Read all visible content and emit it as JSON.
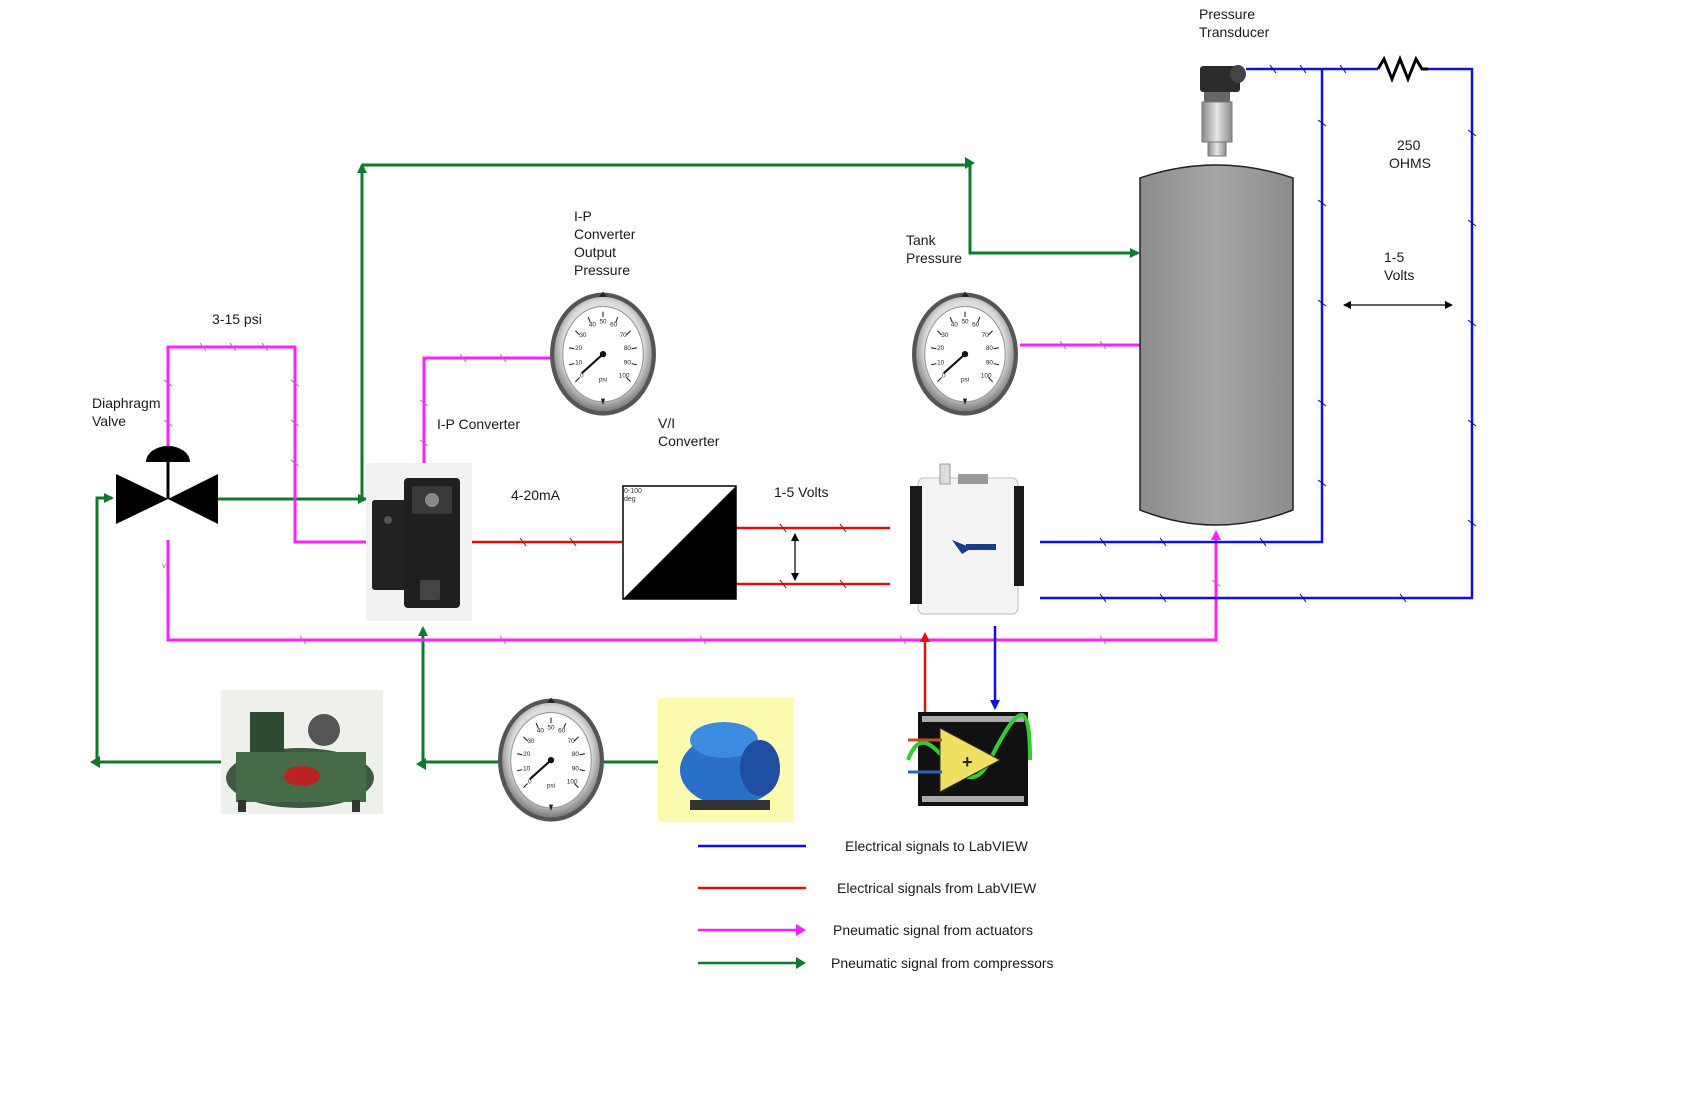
{
  "colors": {
    "electrical_to_labview": "#1010e0",
    "electrical_from_labview": "#e01010",
    "pneumatic_from_actuators": "#ff20ff",
    "pneumatic_from_compressors": "#0f7a2e",
    "tank": "#9b9b9b",
    "valve": "#000000"
  },
  "labels": {
    "pressure_transducer_1": "Pressure",
    "pressure_transducer_2": "Transducer",
    "resistor_1": "250",
    "resistor_2": "OHMS",
    "volts_right_1": "1-5",
    "volts_right_2": "Volts",
    "tank_pressure_1": "Tank",
    "tank_pressure_2": "Pressure",
    "ip_output_1": "I-P",
    "ip_output_2": "Converter",
    "ip_output_3": "Output",
    "ip_output_4": "Pressure",
    "psi_range": "3-15 psi",
    "diaphragm_1": "Diaphragm",
    "diaphragm_2": "Valve",
    "ip_converter": "I-P Converter",
    "vi_converter_1": "V/I",
    "vi_converter_2": "Converter",
    "current_range": "4-20mA",
    "volts_mid": "1-5 Volts",
    "vi_box_1": "0-100",
    "vi_box_2": "deg",
    "valve_tag": "V1"
  },
  "legend": [
    {
      "text": "Electrical signals to LabVIEW",
      "color_key": "electrical_to_labview",
      "arrow": false
    },
    {
      "text": "Electrical signals from LabVIEW",
      "color_key": "electrical_from_labview",
      "arrow": false
    },
    {
      "text": "Pneumatic signal from actuators",
      "color_key": "pneumatic_from_actuators",
      "arrow": true
    },
    {
      "text": "Pneumatic signal from compressors",
      "color_key": "pneumatic_from_compressors",
      "arrow": true
    }
  ],
  "icons": {
    "gauge": "pressure-gauge-icon",
    "transducer": "pressure-transducer-icon",
    "daq": "daq-device-icon",
    "labview": "labview-icon",
    "compressor_large": "air-compressor-icon",
    "compressor_small": "small-compressor-icon",
    "ip": "ip-converter-icon",
    "valve": "diaphragm-valve-icon",
    "resistor": "resistor-icon"
  }
}
